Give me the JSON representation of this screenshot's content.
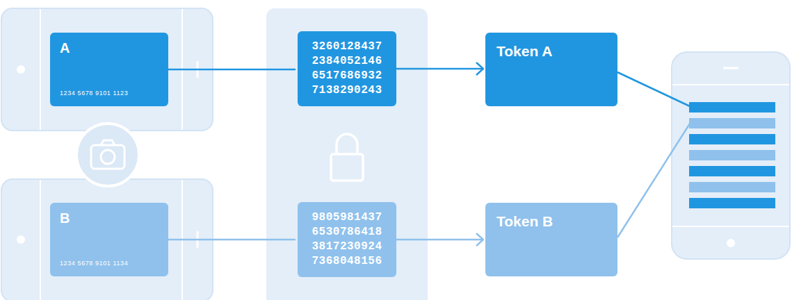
{
  "diagram": {
    "nodes": [
      {
        "text": [
          "A",
          "1234 5678 9101 1123"
        ]
      },
      {
        "text": [
          "3260128437 2384052146 6517686932 7138290243"
        ]
      },
      {
        "text": [
          "Token A"
        ]
      },
      {
        "text": [
          "B",
          "1234 5678 9101 1134"
        ]
      },
      {
        "text": [
          "9805981437 6530786418 3817230924 7368048156"
        ]
      },
      {
        "text": [
          "Token B"
        ]
      }
    ],
    "edges": [
      {
        "from": 0,
        "to": 1,
        "arrow": "none"
      },
      {
        "from": 1,
        "to": 2,
        "arrow": "to"
      },
      {
        "from": 3,
        "to": 4,
        "arrow": "none"
      },
      {
        "from": 4,
        "to": 5,
        "arrow": "to"
      }
    ]
  }
}
